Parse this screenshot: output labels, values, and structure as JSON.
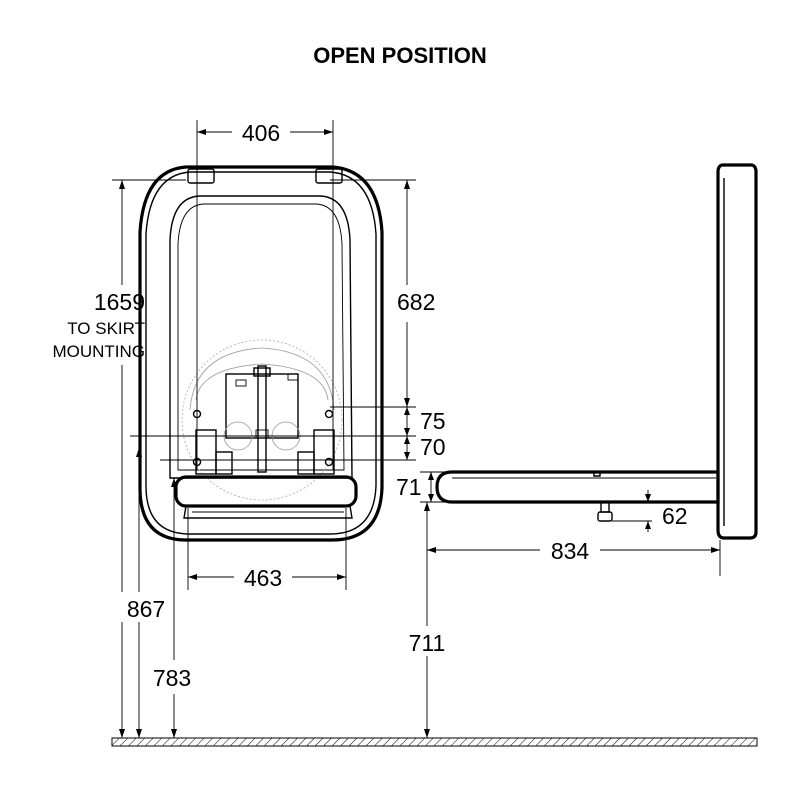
{
  "title": "OPEN POSITION",
  "dimensions": {
    "panel_hole_spacing": "406",
    "overall_height": "1659",
    "overall_height_note_1": "TO SKIRT",
    "overall_height_note_2": "MOUNTING",
    "upper_height": "682",
    "offset_upper": "75",
    "offset_lower": "70",
    "tray_width": "463",
    "height_867": "867",
    "height_783": "783",
    "tray_thickness": "71",
    "support_drop": "62",
    "projection": "834",
    "table_height": "711"
  }
}
